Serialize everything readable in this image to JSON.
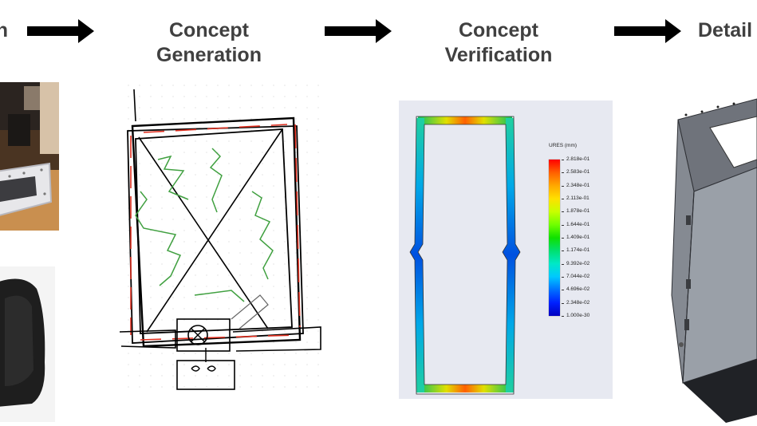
{
  "stages": [
    {
      "title_line1": "n",
      "title_line2": ""
    },
    {
      "title_line1": "Concept",
      "title_line2": "Generation"
    },
    {
      "title_line1": "Concept",
      "title_line2": "Verification"
    },
    {
      "title_line1": "Detail",
      "title_line2": ""
    }
  ],
  "fea_legend": {
    "title": "URES (mm)",
    "values": [
      "2.818e-01",
      "2.583e-01",
      "2.348e-01",
      "2.113e-01",
      "1.878e-01",
      "1.644e-01",
      "1.409e-01",
      "1.174e-01",
      "9.392e-02",
      "7.044e-02",
      "4.696e-02",
      "2.348e-02",
      "1.000e-30"
    ],
    "colors": [
      "#ff0000",
      "#ff6000",
      "#ffa800",
      "#ffe000",
      "#c8ff00",
      "#70ff00",
      "#10e000",
      "#00e070",
      "#00e8c8",
      "#00c8ff",
      "#0070ff",
      "#0020ff",
      "#0000c0"
    ]
  },
  "colors": {
    "title_text": "#404040",
    "arrow": "#000000"
  }
}
